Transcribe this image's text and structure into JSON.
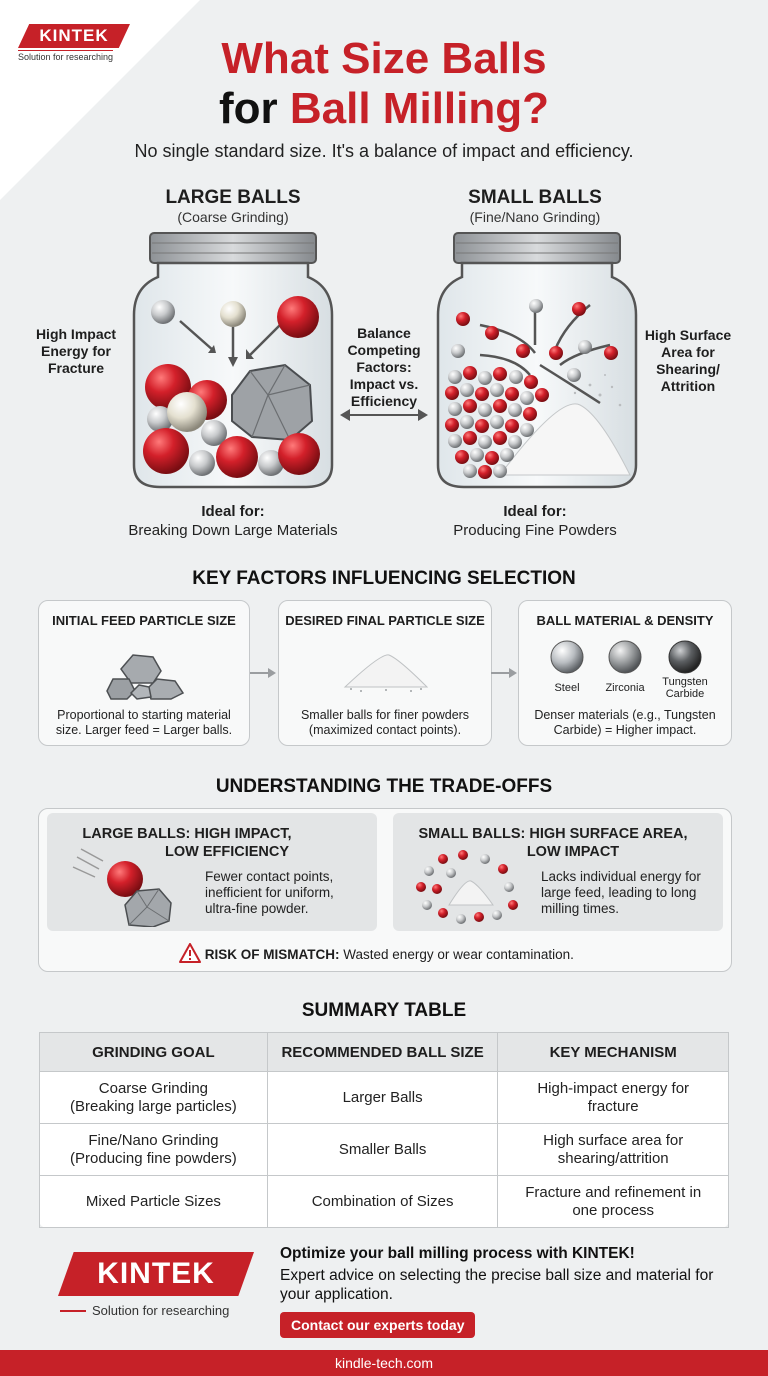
{
  "brand": {
    "name": "KINTEK",
    "tagline": "Solution for researching",
    "accent_color": "#c62128"
  },
  "header": {
    "title_line1": "What Size Balls",
    "title_line2_prefix": "for",
    "title_line2_highlight": "Ball Milling?",
    "subtitle": "No single standard size. It's a balance of impact and efficiency."
  },
  "comparison": {
    "large": {
      "heading": "LARGE BALLS",
      "subheading": "(Coarse Grinding)",
      "side_label": [
        "High Impact",
        "Energy for",
        "Fracture"
      ],
      "ideal_heading": "Ideal for:",
      "ideal_text": "Breaking Down Large Materials"
    },
    "middle_label": [
      "Balance",
      "Competing",
      "Factors:",
      "Impact vs.",
      "Efficiency"
    ],
    "small": {
      "heading": "SMALL BALLS",
      "subheading": "(Fine/Nano Grinding)",
      "side_label": [
        "High Surface",
        "Area for",
        "Shearing/",
        "Attrition"
      ],
      "ideal_heading": "Ideal for:",
      "ideal_text": "Producing Fine Powders"
    }
  },
  "key_factors": {
    "heading": "KEY FACTORS INFLUENCING SELECTION",
    "cards": [
      {
        "title": "INITIAL FEED PARTICLE SIZE",
        "text": "Proportional to starting material size. Larger feed = Larger balls.",
        "icon": "rocks-icon"
      },
      {
        "title": "DESIRED FINAL PARTICLE SIZE",
        "text": "Smaller balls for finer powders (maximized contact points).",
        "icon": "powder-pile-icon"
      },
      {
        "title": "BALL MATERIAL & DENSITY",
        "text": "Denser materials (e.g., Tungsten Carbide) = Higher impact.",
        "icon": "material-balls-icon"
      }
    ],
    "materials": [
      "Steel",
      "Zirconia",
      "Tungsten\nCarbide"
    ]
  },
  "tradeoffs": {
    "heading": "UNDERSTANDING THE TRADE-OFFS",
    "large": {
      "title_line1": "LARGE BALLS: HIGH IMPACT,",
      "title_line2": "LOW EFFICIENCY",
      "text": "Fewer contact points, inefficient for uniform, ultra-fine powder."
    },
    "small": {
      "title_line1": "SMALL BALLS: HIGH SURFACE AREA,",
      "title_line2": "LOW IMPACT",
      "text": "Lacks individual energy for large feed, leading to long milling times."
    },
    "risk_label": "RISK OF MISMATCH:",
    "risk_text": "Wasted energy or wear contamination."
  },
  "summary": {
    "heading": "SUMMARY TABLE",
    "columns": [
      "GRINDING GOAL",
      "RECOMMENDED BALL SIZE",
      "KEY MECHANISM"
    ],
    "rows": [
      [
        "Coarse Grinding\n(Breaking large particles)",
        "Larger Balls",
        "High-impact energy for\nfracture"
      ],
      [
        "Fine/Nano Grinding\n(Producing fine powders)",
        "Smaller Balls",
        "High surface area for\nshearing/attrition"
      ],
      [
        "Mixed Particle Sizes",
        "Combination of Sizes",
        "Fracture and refinement in\none process"
      ]
    ]
  },
  "footer": {
    "cta_heading": "Optimize your ball milling process with KINTEK!",
    "cta_text": "Expert advice on selecting the precise ball size and material for your application.",
    "cta_button": "Contact our experts today",
    "website": "kindle-tech.com"
  }
}
